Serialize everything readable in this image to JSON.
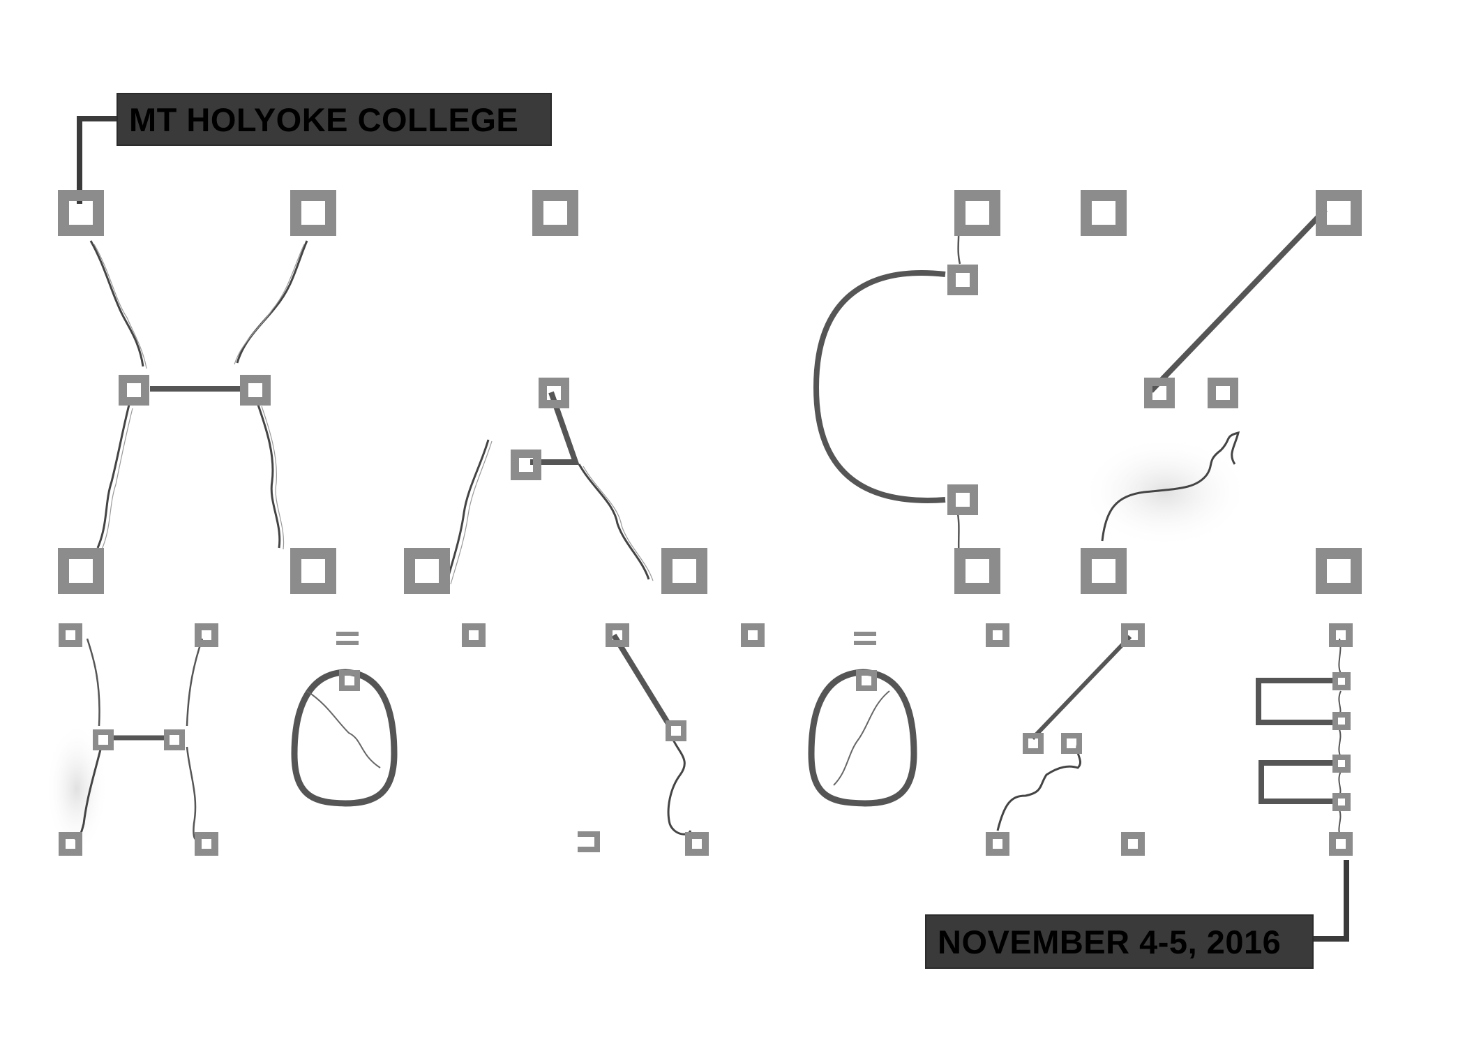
{
  "poster": {
    "top_label": "MT HOLYOKE COLLEGE",
    "bottom_label": "NOVEMBER 4-5, 2016",
    "title_row_1": "HACK",
    "title_row_2": "HOLYOKE"
  },
  "colors": {
    "background": "#ffffff",
    "label_fill": "#3a3a3a",
    "label_text": "#000000",
    "node_gray": "#8c8c8c",
    "wire_gray": "#555555",
    "crack_gray": "#444444"
  }
}
